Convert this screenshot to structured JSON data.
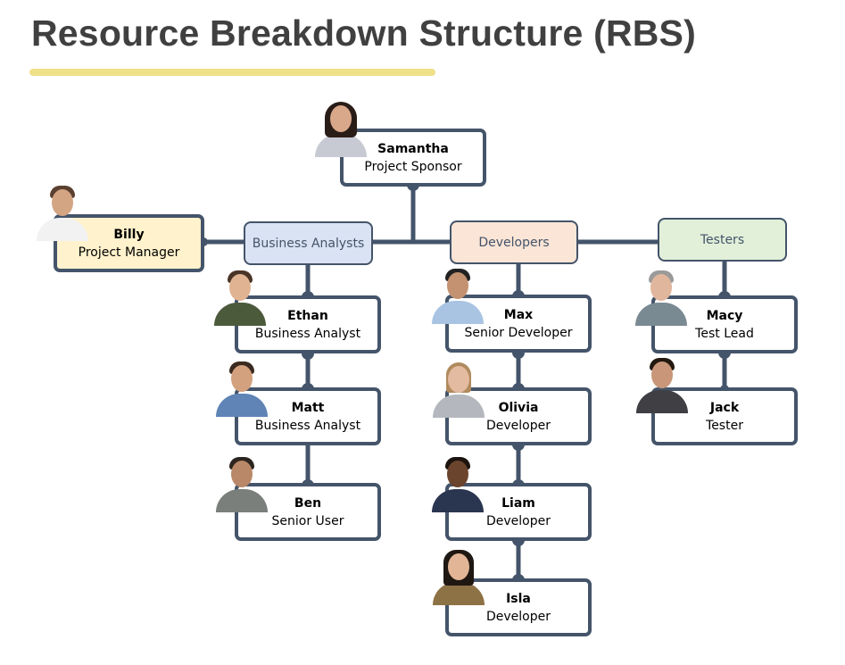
{
  "title": "Resource Breakdown Structure (RBS)",
  "colors": {
    "connector": "#44546a",
    "title_text": "#404040",
    "underline": "#efe08a",
    "manager_fill": "#fff2cc",
    "business_analysts_fill": "#dae3f3",
    "developers_fill": "#fbe5d6",
    "testers_fill": "#e2f0d9"
  },
  "sponsor": {
    "name": "Samantha",
    "role": "Project Sponsor",
    "photo": "person-photo"
  },
  "manager": {
    "name": "Billy",
    "role": "Project Manager",
    "photo": "person-photo"
  },
  "groups": [
    {
      "label": "Business Analysts",
      "members": [
        {
          "name": "Ethan",
          "role": "Business Analyst"
        },
        {
          "name": "Matt",
          "role": "Business Analyst"
        },
        {
          "name": "Ben",
          "role": "Senior User"
        }
      ]
    },
    {
      "label": "Developers",
      "members": [
        {
          "name": "Max",
          "role": "Senior Developer"
        },
        {
          "name": "Olivia",
          "role": "Developer"
        },
        {
          "name": "Liam",
          "role": "Developer"
        },
        {
          "name": "Isla",
          "role": "Developer"
        }
      ]
    },
    {
      "label": "Testers",
      "members": [
        {
          "name": "Macy",
          "role": "Test Lead"
        },
        {
          "name": "Jack",
          "role": "Tester"
        }
      ]
    }
  ]
}
